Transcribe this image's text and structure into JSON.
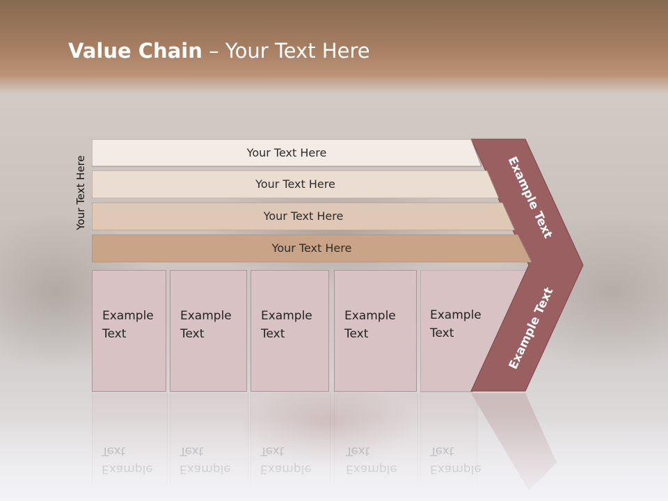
{
  "slide": {
    "title_bold": "Value Chain",
    "title_rest": " – Your Text Here",
    "side_label": "Your Text Here",
    "bands": [
      {
        "label": "Your Text Here",
        "color": "#f3ebe6"
      },
      {
        "label": "Your Text Here",
        "color": "#ecddd2"
      },
      {
        "label": "Your Text Here",
        "color": "#dfc8b5"
      },
      {
        "label": "Your Text Here",
        "color": "#c9a487"
      }
    ],
    "boxes": [
      {
        "line1": "Example",
        "line2": "Text"
      },
      {
        "line1": "Example",
        "line2": "Text"
      },
      {
        "line1": "Example",
        "line2": "Text"
      },
      {
        "line1": "Example",
        "line2": "Text"
      },
      {
        "line1": "Example",
        "line2": "Text"
      }
    ],
    "chevron_top_text": "Example Text",
    "chevron_bottom_text": "Example Text",
    "colors": {
      "chevron": "#9a5f61",
      "box": "#d8c2c4"
    }
  }
}
